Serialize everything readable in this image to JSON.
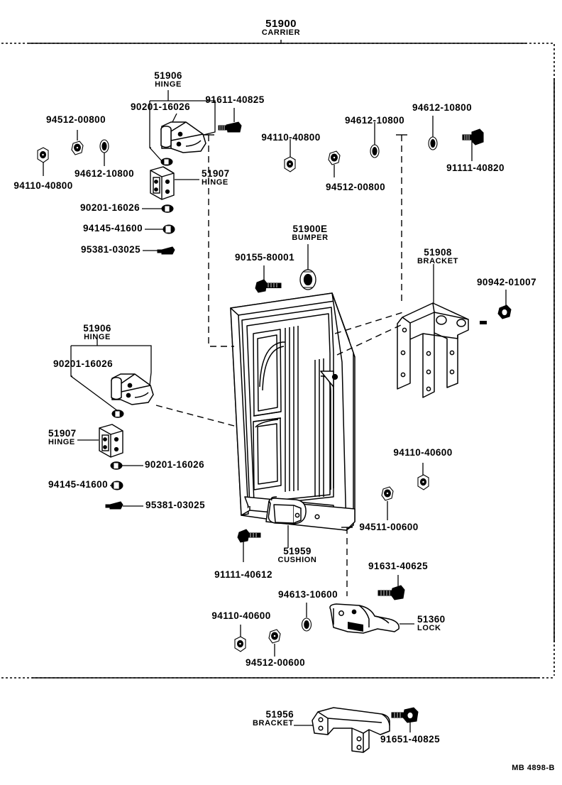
{
  "diagram": {
    "title": {
      "number": "51900",
      "name": "CARRIER"
    },
    "drawing_id": "MB 4898-B",
    "border_style": "dash-dot"
  },
  "callouts": [
    {
      "id": "c01",
      "number": "94512-00800",
      "name": ""
    },
    {
      "id": "c02",
      "number": "94110-40800",
      "name": ""
    },
    {
      "id": "c03",
      "number": "94612-10800",
      "name": ""
    },
    {
      "id": "c04",
      "number": "51906",
      "name": "HINGE"
    },
    {
      "id": "c05",
      "number": "90201-16026",
      "name": ""
    },
    {
      "id": "c06",
      "number": "91611-40825",
      "name": ""
    },
    {
      "id": "c07",
      "number": "51907",
      "name": "HINGE"
    },
    {
      "id": "c08",
      "number": "90201-16026",
      "name": ""
    },
    {
      "id": "c09",
      "number": "94145-41600",
      "name": ""
    },
    {
      "id": "c10",
      "number": "95381-03025",
      "name": ""
    },
    {
      "id": "c11",
      "number": "94110-40800",
      "name": ""
    },
    {
      "id": "c12",
      "number": "94512-00800",
      "name": ""
    },
    {
      "id": "c13",
      "number": "94612-10800",
      "name": ""
    },
    {
      "id": "c14",
      "number": "94612-10800",
      "name": ""
    },
    {
      "id": "c15",
      "number": "91111-40820",
      "name": ""
    },
    {
      "id": "c16",
      "number": "51900E",
      "name": "BUMPER"
    },
    {
      "id": "c17",
      "number": "90155-80001",
      "name": ""
    },
    {
      "id": "c18",
      "number": "51908",
      "name": "BRACKET"
    },
    {
      "id": "c19",
      "number": "90942-01007",
      "name": ""
    },
    {
      "id": "c20",
      "number": "51906",
      "name": "HINGE"
    },
    {
      "id": "c21",
      "number": "90201-16026",
      "name": ""
    },
    {
      "id": "c22",
      "number": "51907",
      "name": "HINGE"
    },
    {
      "id": "c23",
      "number": "90201-16026",
      "name": ""
    },
    {
      "id": "c24",
      "number": "94145-41600",
      "name": ""
    },
    {
      "id": "c25",
      "number": "95381-03025",
      "name": ""
    },
    {
      "id": "c26",
      "number": "94110-40600",
      "name": ""
    },
    {
      "id": "c27",
      "number": "94511-00600",
      "name": ""
    },
    {
      "id": "c28",
      "number": "51959",
      "name": "CUSHION"
    },
    {
      "id": "c29",
      "number": "91111-40612",
      "name": ""
    },
    {
      "id": "c30",
      "number": "91631-40625",
      "name": ""
    },
    {
      "id": "c31",
      "number": "51360",
      "name": "LOCK"
    },
    {
      "id": "c32",
      "number": "94613-10600",
      "name": ""
    },
    {
      "id": "c33",
      "number": "94110-40600",
      "name": ""
    },
    {
      "id": "c34",
      "number": "94512-00600",
      "name": ""
    },
    {
      "id": "c35",
      "number": "51956",
      "name": "BRACKET"
    },
    {
      "id": "c36",
      "number": "91651-40825",
      "name": ""
    }
  ]
}
